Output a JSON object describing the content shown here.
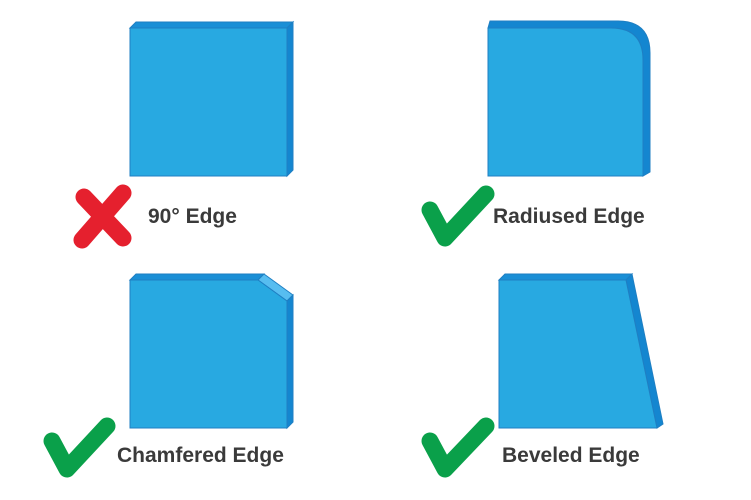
{
  "colors": {
    "block_front": "#28a9e1",
    "block_side": "#1486d0",
    "block_edge": "#1f7fc3",
    "cross": "#e5202e",
    "check": "#0aa04a",
    "label_text": "#3a3a3a"
  },
  "panels": [
    {
      "id": "ninety",
      "label": "90° Edge",
      "mark": "cross-icon",
      "acceptable": false
    },
    {
      "id": "radiused",
      "label": "Radiused Edge",
      "mark": "check-icon",
      "acceptable": true
    },
    {
      "id": "chamfered",
      "label": "Chamfered Edge",
      "mark": "check-icon",
      "acceptable": true
    },
    {
      "id": "beveled",
      "label": "Beveled Edge",
      "mark": "check-icon",
      "acceptable": true
    }
  ]
}
